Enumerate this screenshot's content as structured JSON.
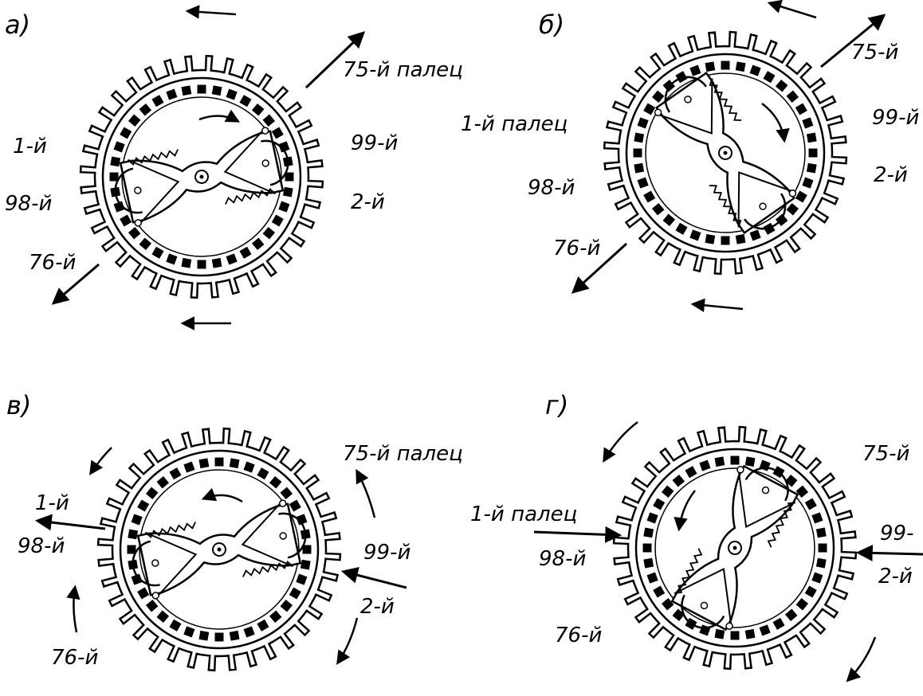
{
  "panels": [
    {
      "id": "a",
      "letter": "a)",
      "angle": -12,
      "labels": {
        "finger75": "75-й палец",
        "finger1": "1-й",
        "finger99": "99-й",
        "finger98": "98-й",
        "finger2": "2-й",
        "finger76": "76-й"
      }
    },
    {
      "id": "b",
      "letter": "б)",
      "angle": 55,
      "labels": {
        "finger75": "75-й",
        "finger1": "1-й палец",
        "finger99": "99-й",
        "finger98": "98-й",
        "finger2": "2-й",
        "finger76": "76-й"
      }
    },
    {
      "id": "v",
      "letter": "в)",
      "angle": -12,
      "labels": {
        "finger75": "75-й палец",
        "finger1": "1-й",
        "finger99": "99-й",
        "finger98": "98-й",
        "finger2": "2-й",
        "finger76": "76-й"
      }
    },
    {
      "id": "g",
      "letter": "г)",
      "angle": -62,
      "labels": {
        "finger75": "75-й",
        "finger1": "1-й палец",
        "finger99": "99-",
        "finger98": "98-й",
        "finger2": "2-й",
        "finger76": "76-й"
      }
    }
  ]
}
